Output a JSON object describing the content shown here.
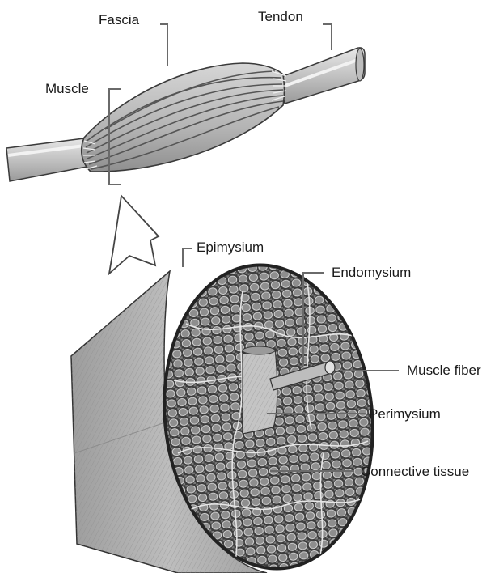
{
  "labels": {
    "fascia": "Fascia",
    "tendon": "Tendon",
    "muscle": "Muscle",
    "epimysium": "Epimysium",
    "endomysium": "Endomysium",
    "muscle_fiber": "Muscle fiber",
    "perimysium": "Perimysium",
    "connective_tissue": "Connective tissue"
  },
  "colors": {
    "line": "#3a3a3a",
    "leader": "#6a6a6a",
    "tendon_fill": "#cfcfcf",
    "belly_fill": "#b9b9b9",
    "cylinder_side": "#a9a9a9",
    "face_dark": "#3c3c3c",
    "cell_fill": "#8e8e8e"
  }
}
